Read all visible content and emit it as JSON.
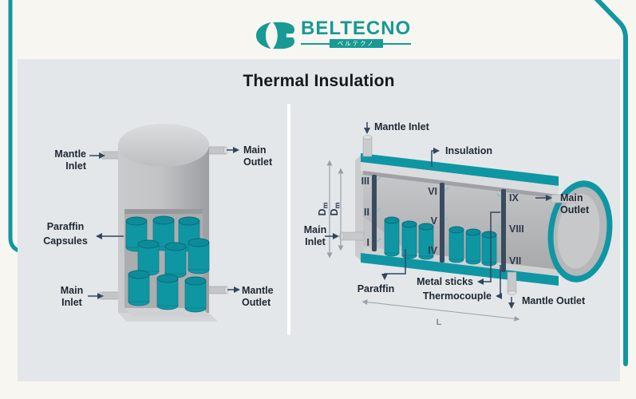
{
  "colors": {
    "background": "#F8F6F1",
    "panel": "#E3E7EA",
    "brand_teal": "#179A94",
    "diagram_teal": "#0F96A3",
    "label_navy": "#1E2732",
    "stick_navy": "#3A4B5F"
  },
  "header": {
    "brand": "BELTECNO",
    "brand_jp": "ベルテクノ"
  },
  "title": "Thermal Insulation",
  "left_diagram": {
    "mantle_inlet": [
      "Mantle",
      "Inlet"
    ],
    "main_outlet": [
      "Main",
      "Outlet"
    ],
    "paraffin_capsules": [
      "Paraffin",
      "Capsules"
    ],
    "main_inlet": [
      "Main",
      "Inlet"
    ],
    "mantle_outlet": [
      "Mantle",
      "Outlet"
    ]
  },
  "right_diagram": {
    "mantle_inlet": "Mantle Inlet",
    "insulation": "Insulation",
    "main_outlet": [
      "Main",
      "Outlet"
    ],
    "main_inlet": [
      "Main",
      "Inlet"
    ],
    "paraffin": "Paraffin",
    "metal_sticks": "Metal sticks",
    "thermocouple": "Thermocouple",
    "mantle_outlet": "Mantle Outlet",
    "diameter_label": {
      "d": "D",
      "sub": "m"
    },
    "length_label": "L",
    "numerals": [
      "I",
      "II",
      "III",
      "IV",
      "V",
      "VI",
      "VII",
      "VIII",
      "IX"
    ]
  }
}
